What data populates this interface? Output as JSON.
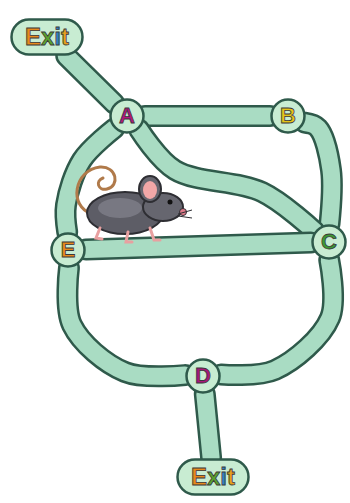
{
  "diagram": {
    "nodes": [
      {
        "text": [
          "Exit"
        ]
      },
      {
        "text": [
          "A"
        ]
      },
      {
        "text": [
          "B"
        ]
      },
      {
        "text": [
          "E"
        ]
      },
      {
        "text": [
          "C"
        ]
      },
      {
        "text": [
          "D"
        ]
      },
      {
        "text": [
          "Exit"
        ]
      }
    ],
    "edges": [
      {
        "from": 0,
        "to": 1,
        "arrow": "none"
      },
      {
        "from": 1,
        "to": 2,
        "arrow": "none"
      },
      {
        "from": 2,
        "to": 4,
        "arrow": "none"
      },
      {
        "from": 1,
        "to": 4,
        "arrow": "none"
      },
      {
        "from": 1,
        "to": 3,
        "arrow": "none"
      },
      {
        "from": 3,
        "to": 4,
        "arrow": "none"
      },
      {
        "from": 3,
        "to": 5,
        "arrow": "none"
      },
      {
        "from": 4,
        "to": 5,
        "arrow": "none"
      },
      {
        "from": 5,
        "to": 6,
        "arrow": "none"
      }
    ]
  }
}
